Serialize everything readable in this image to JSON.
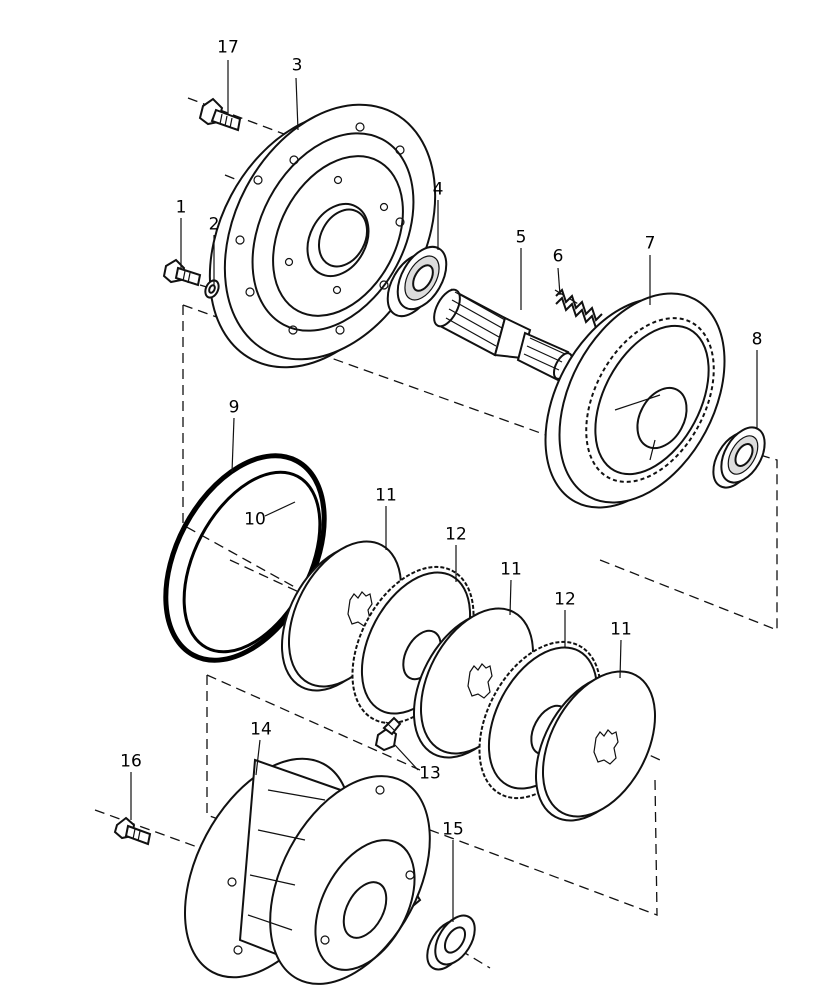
{
  "callouts": [
    {
      "id": "n17",
      "text": "17"
    },
    {
      "id": "n3",
      "text": "3"
    },
    {
      "id": "n1",
      "text": "1"
    },
    {
      "id": "n2",
      "text": "2"
    },
    {
      "id": "n4",
      "text": "4"
    },
    {
      "id": "n5",
      "text": "5"
    },
    {
      "id": "n6",
      "text": "6"
    },
    {
      "id": "n7",
      "text": "7"
    },
    {
      "id": "n8",
      "text": "8"
    },
    {
      "id": "n9",
      "text": "9"
    },
    {
      "id": "n10",
      "text": "10"
    },
    {
      "id": "n11a",
      "text": "11"
    },
    {
      "id": "n12a",
      "text": "12"
    },
    {
      "id": "n11b",
      "text": "11"
    },
    {
      "id": "n12b",
      "text": "12"
    },
    {
      "id": "n11c",
      "text": "11"
    },
    {
      "id": "n13",
      "text": "13"
    },
    {
      "id": "n14",
      "text": "14"
    },
    {
      "id": "n15",
      "text": "15"
    },
    {
      "id": "n16",
      "text": "16"
    }
  ]
}
